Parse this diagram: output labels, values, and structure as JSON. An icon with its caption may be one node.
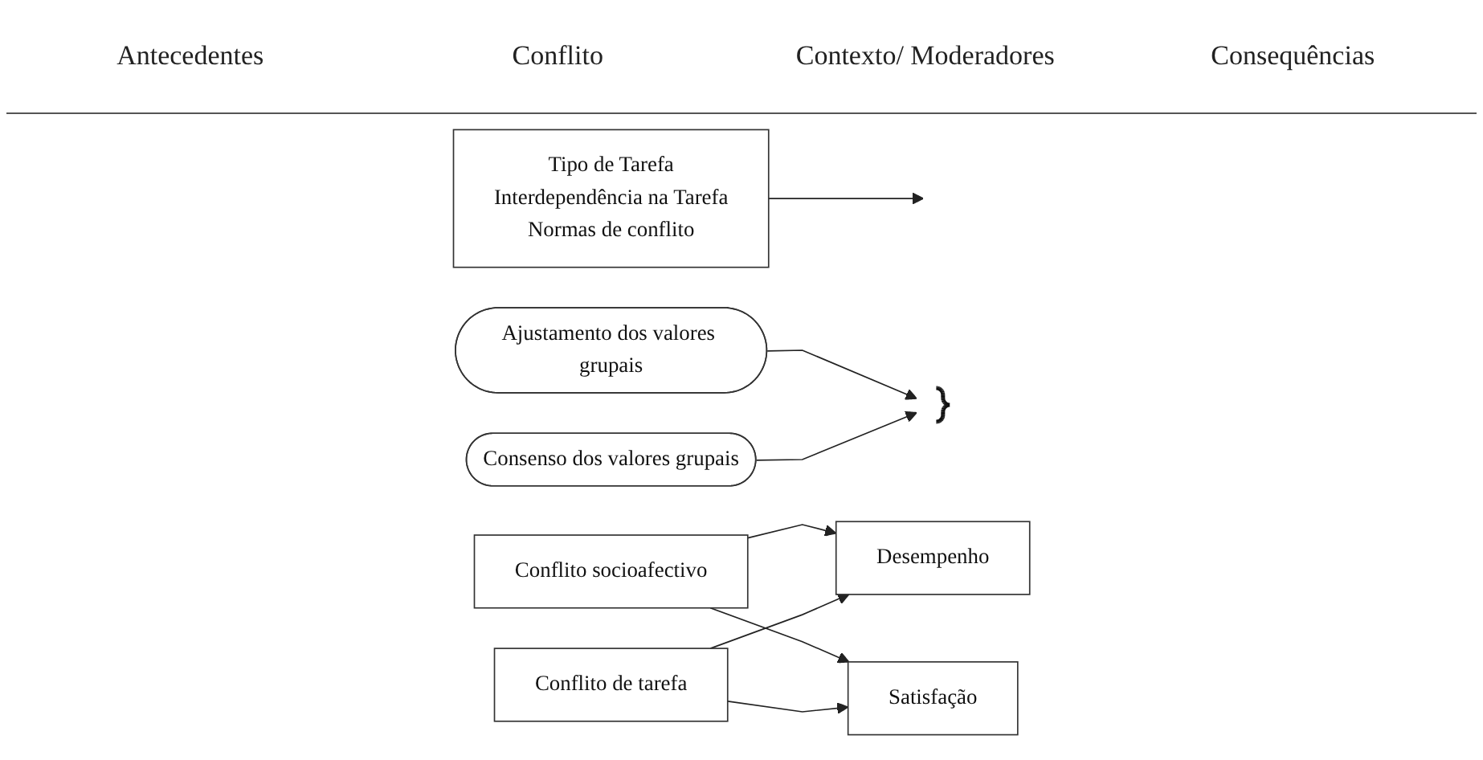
{
  "diagram": {
    "nodes": [
      {
        "text": [
          "Tipo de Tarefa",
          "Interdependência na Tarefa",
          "Normas de conflito"
        ]
      },
      {
        "text": [
          "Ajustamento dos valores grupais"
        ]
      },
      {
        "text": [
          "Consenso dos valores grupais"
        ]
      },
      {
        "text": [],
        "shape": "brace"
      },
      {
        "text": [
          "Conflito socioafectivo"
        ]
      },
      {
        "text": [
          "Conflito de tarefa"
        ]
      },
      {
        "text": [
          "Desempenho"
        ]
      },
      {
        "text": [
          "Satisfação"
        ]
      }
    ],
    "edges": [
      {
        "from": 1,
        "to": 3,
        "arrow": "to"
      },
      {
        "from": 2,
        "to": 3,
        "arrow": "to"
      },
      {
        "from": 4,
        "to": 6,
        "arrow": "to"
      },
      {
        "from": 4,
        "to": 7,
        "arrow": "to"
      },
      {
        "from": 5,
        "to": 6,
        "arrow": "to"
      },
      {
        "from": 5,
        "to": 7,
        "arrow": "to"
      },
      {
        "from": 0,
        "to": null,
        "arrow": "to"
      }
    ],
    "labels": [
      "Antecedentes",
      "Conflito",
      "Contexto/ Moderadores",
      "Consequências"
    ]
  }
}
